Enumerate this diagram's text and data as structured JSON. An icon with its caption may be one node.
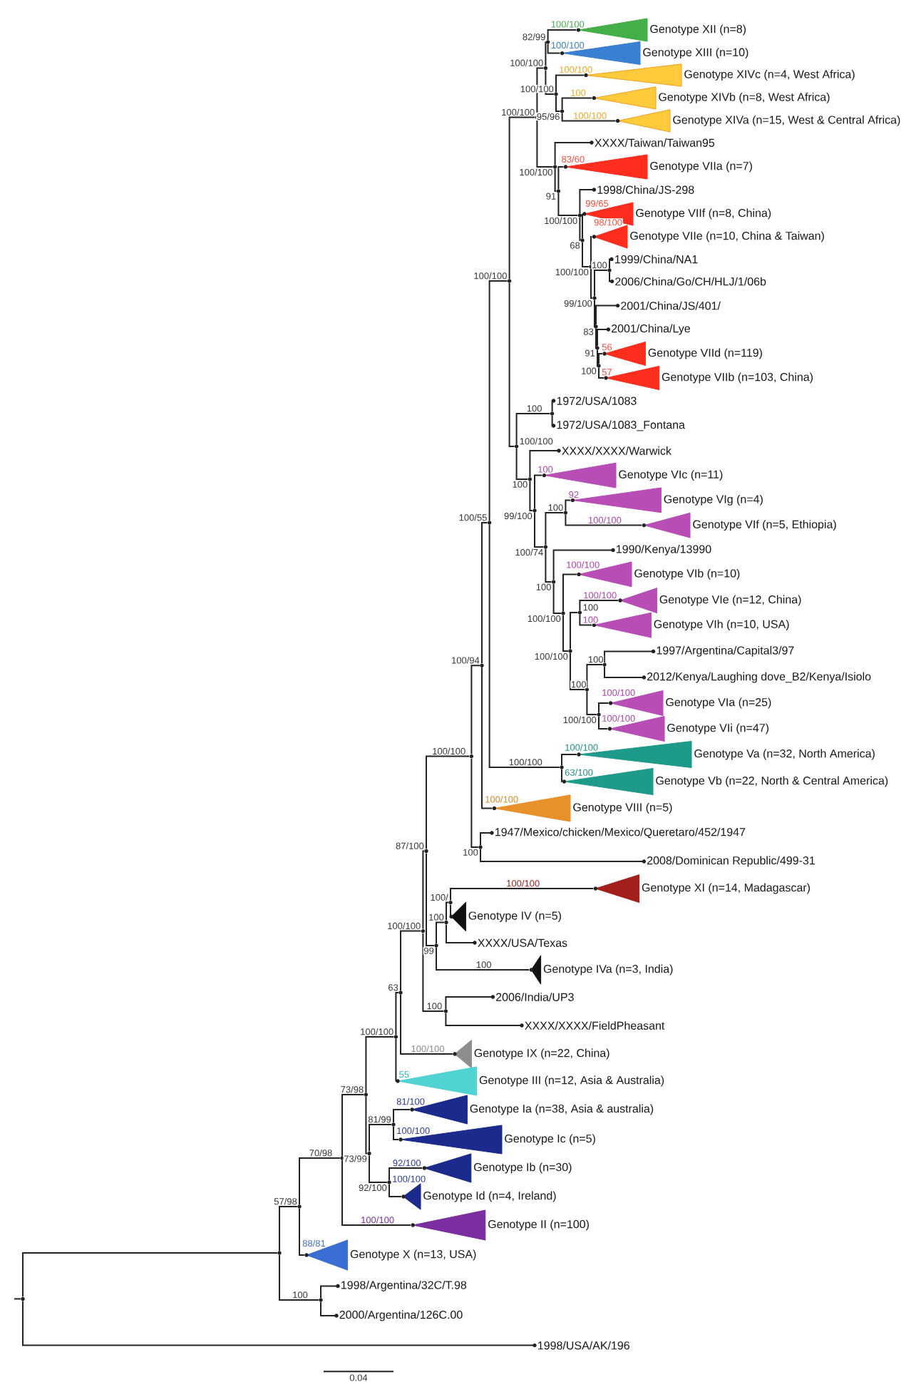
{
  "diagram": {
    "nodes": [
      {
        "text": [],
        "shape": "circle"
      },
      {
        "text": [],
        "shape": "circle"
      },
      {
        "text": [],
        "shape": "circle"
      },
      {
        "text": [],
        "shape": "circle"
      },
      {
        "text": [],
        "shape": "circle"
      },
      {
        "text": [],
        "shape": "circle"
      },
      {
        "text": [],
        "shape": "circle"
      },
      {
        "text": [],
        "shape": "circle"
      },
      {
        "text": [],
        "shape": "circle"
      },
      {
        "text": [],
        "shape": "circle"
      },
      {
        "text": [],
        "shape": "circle"
      },
      {
        "text": [],
        "shape": "circle"
      },
      {
        "text": [],
        "shape": "circle"
      },
      {
        "text": [],
        "shape": "circle"
      },
      {
        "text": [],
        "shape": "circle"
      },
      {
        "text": [],
        "shape": "circle"
      },
      {
        "text": [],
        "shape": "triangle",
        "beside": [
          "Genotype XII (n=8)"
        ]
      },
      {
        "text": [],
        "shape": "triangle",
        "beside": [
          "Genotype XIII (n=10)"
        ]
      },
      {
        "text": [],
        "shape": "circle"
      },
      {
        "text": [],
        "shape": "triangle",
        "beside": [
          "Genotype XIVc (n=4, West Africa)"
        ]
      },
      {
        "text": [],
        "shape": "circle"
      },
      {
        "text": [],
        "shape": "triangle",
        "beside": [
          "Genotype XIVb (n=8, West Africa)"
        ]
      },
      {
        "text": [],
        "shape": "triangle",
        "beside": [
          "Genotype XIVa (n=15, West & Central Africa)"
        ]
      },
      {
        "text": [],
        "shape": "circle"
      },
      {
        "text": [
          "XXXX/Taiwan/Taiwan95"
        ]
      },
      {
        "text": [],
        "shape": "circle"
      },
      {
        "text": [],
        "shape": "triangle",
        "beside": [
          "Genotype VIIa (n=7)"
        ]
      },
      {
        "text": [],
        "shape": "circle"
      },
      {
        "text": [
          "1998/China/JS-298"
        ]
      },
      {
        "text": [],
        "shape": "circle"
      },
      {
        "text": [],
        "shape": "triangle",
        "beside": [
          "Genotype VIIf (n=8, China)"
        ]
      },
      {
        "text": [],
        "shape": "circle"
      },
      {
        "text": [],
        "shape": "triangle",
        "beside": [
          "Genotype VIIe (n=10, China & Taiwan)"
        ]
      },
      {
        "text": [],
        "shape": "circle"
      },
      {
        "text": [],
        "shape": "circle"
      },
      {
        "text": [
          "1999/China/NA1"
        ]
      },
      {
        "text": [
          "2006/China/Go/CH/HLJ/1/06b"
        ]
      },
      {
        "text": [],
        "shape": "circle"
      },
      {
        "text": [
          "2001/China/JS/401/"
        ]
      },
      {
        "text": [],
        "shape": "circle"
      },
      {
        "text": [
          "2001/China/Lye"
        ]
      },
      {
        "text": [],
        "shape": "circle"
      },
      {
        "text": [],
        "shape": "triangle",
        "beside": [
          "Genotype VIId (n=119)"
        ]
      },
      {
        "text": [],
        "shape": "triangle",
        "beside": [
          "Genotype VIIb (n=103, China)"
        ]
      },
      {
        "text": [],
        "shape": "circle"
      },
      {
        "text": [],
        "shape": "circle"
      },
      {
        "text": [
          "1972/USA/1083"
        ]
      },
      {
        "text": [
          "1972/USA/1083_Fontana"
        ]
      },
      {
        "text": [],
        "shape": "circle"
      },
      {
        "text": [
          "XXXX/XXXX/Warwick"
        ]
      },
      {
        "text": [],
        "shape": "circle"
      },
      {
        "text": [],
        "shape": "triangle",
        "beside": [
          "Genotype VIc (n=11)"
        ]
      },
      {
        "text": [],
        "shape": "circle"
      },
      {
        "text": [],
        "shape": "circle"
      },
      {
        "text": [],
        "shape": "triangle",
        "beside": [
          "Genotype VIg (n=4)"
        ]
      },
      {
        "text": [],
        "shape": "triangle",
        "beside": [
          "Genotype VIf (n=5, Ethiopia)"
        ]
      },
      {
        "text": [],
        "shape": "circle"
      },
      {
        "text": [
          "1990/Kenya/13990"
        ]
      },
      {
        "text": [],
        "shape": "circle"
      },
      {
        "text": [],
        "shape": "triangle",
        "beside": [
          "Genotype VIb (n=10)"
        ]
      },
      {
        "text": [],
        "shape": "circle"
      },
      {
        "text": [],
        "shape": "circle"
      },
      {
        "text": [],
        "shape": "triangle",
        "beside": [
          "Genotype VIe (n=12, China)"
        ]
      },
      {
        "text": [],
        "shape": "triangle",
        "beside": [
          "Genotype VIh (n=10, USA)"
        ]
      },
      {
        "text": [],
        "shape": "circle"
      },
      {
        "text": [],
        "shape": "circle"
      },
      {
        "text": [
          "1997/Argentina/Capital3/97"
        ]
      },
      {
        "text": [
          "2012/Kenya/Laughing dove_B2/Kenya/Isiolo"
        ]
      },
      {
        "text": [],
        "shape": "circle"
      },
      {
        "text": [],
        "shape": "triangle",
        "beside": [
          "Genotype VIa (n=25)"
        ]
      },
      {
        "text": [],
        "shape": "triangle",
        "beside": [
          "Genotype VIi (n=47)"
        ]
      },
      {
        "text": [],
        "shape": "circle"
      },
      {
        "text": [],
        "shape": "triangle",
        "beside": [
          "Genotype Va (n=32, North America)"
        ]
      },
      {
        "text": [],
        "shape": "triangle",
        "beside": [
          "Genotype Vb (n=22, North & Central America)"
        ]
      },
      {
        "text": [],
        "shape": "triangle",
        "beside": [
          "Genotype VIII (n=5)"
        ]
      },
      {
        "text": [],
        "shape": "circle"
      },
      {
        "text": [
          "1947/Mexico/chicken/Mexico/Queretaro/452/1947"
        ]
      },
      {
        "text": [
          "2008/Dominican Republic/499-31"
        ]
      },
      {
        "text": [],
        "shape": "circle"
      },
      {
        "text": [],
        "shape": "circle"
      },
      {
        "text": [],
        "shape": "circle"
      },
      {
        "text": [],
        "shape": "triangle",
        "beside": [
          "Genotype XI (n=14, Madagascar)"
        ]
      },
      {
        "text": [],
        "shape": "triangle",
        "beside": [
          "Genotype IV (n=5)"
        ]
      },
      {
        "text": [
          "XXXX/USA/Texas"
        ]
      },
      {
        "text": [],
        "shape": "triangle",
        "beside": [
          "Genotype IVa (n=3, India)"
        ]
      },
      {
        "text": [],
        "shape": "circle"
      },
      {
        "text": [
          "2006/India/UP3"
        ]
      },
      {
        "text": [
          "XXXX/XXXX/FieldPheasant"
        ]
      },
      {
        "text": [],
        "shape": "triangle",
        "beside": [
          "Genotype IX (n=22, China)"
        ]
      },
      {
        "text": [],
        "shape": "triangle",
        "beside": [
          "Genotype III (n=12, Asia & Australia)"
        ]
      },
      {
        "text": [],
        "shape": "circle"
      },
      {
        "text": [],
        "shape": "circle"
      },
      {
        "text": [],
        "shape": "triangle",
        "beside": [
          "Genotype Ia (n=38, Asia & australia)"
        ]
      },
      {
        "text": [],
        "shape": "triangle",
        "beside": [
          "Genotype Ic (n=5)"
        ]
      },
      {
        "text": [],
        "shape": "circle"
      },
      {
        "text": [],
        "shape": "triangle",
        "beside": [
          "Genotype Ib (n=30)"
        ]
      },
      {
        "text": [],
        "shape": "triangle",
        "beside": [
          "Genotype Id (n=4, Ireland)"
        ]
      },
      {
        "text": [],
        "shape": "triangle",
        "beside": [
          "Genotype II (n=100)"
        ]
      },
      {
        "text": [],
        "shape": "triangle",
        "beside": [
          "Genotype X (n=13, USA)"
        ]
      },
      {
        "text": [],
        "shape": "circle"
      },
      {
        "text": [
          "1998/Argentina/32C/T.98"
        ]
      },
      {
        "text": [
          "2000/Argentina/126C.00"
        ]
      },
      {
        "text": [
          "1998/USA/AK/196"
        ]
      }
    ],
    "edges": [
      {
        "from": null,
        "to": 0,
        "arrow": "none"
      },
      {
        "from": 0,
        "to": 1,
        "arrow": "none"
      },
      {
        "from": 1,
        "to": 2,
        "arrow": "none",
        "label": "57/98"
      },
      {
        "from": 2,
        "to": 3,
        "arrow": "none",
        "label": "70/98"
      },
      {
        "from": 3,
        "to": 4,
        "arrow": "none",
        "label": "73/98"
      },
      {
        "from": 4,
        "to": 5,
        "arrow": "none",
        "label": "100/100"
      },
      {
        "from": 5,
        "to": 6,
        "arrow": "none",
        "label": "63"
      },
      {
        "from": 6,
        "to": 7,
        "arrow": "none",
        "label": "100/100"
      },
      {
        "from": 7,
        "to": 8,
        "arrow": "none",
        "label": "87/100"
      },
      {
        "from": 8,
        "to": 9,
        "arrow": "none",
        "label": "100/100"
      },
      {
        "from": 9,
        "to": 10,
        "arrow": "none",
        "label": "100/94"
      },
      {
        "from": 10,
        "to": 11,
        "arrow": "none",
        "label": "100/55"
      },
      {
        "from": 11,
        "to": 12,
        "arrow": "none",
        "label": "100/100"
      },
      {
        "from": 12,
        "to": 13,
        "arrow": "none",
        "label": "100/100"
      },
      {
        "from": 13,
        "to": 14,
        "arrow": "none",
        "label": "100/100"
      },
      {
        "from": 14,
        "to": 15,
        "arrow": "none",
        "label": "82/99"
      },
      {
        "from": 15,
        "to": 16,
        "arrow": "none",
        "label": "100/100"
      },
      {
        "from": 15,
        "to": 17,
        "arrow": "none",
        "label": "100/100"
      },
      {
        "from": 14,
        "to": 18,
        "arrow": "none",
        "label": "100/100"
      },
      {
        "from": 18,
        "to": 19,
        "arrow": "none",
        "label": "100/100"
      },
      {
        "from": 18,
        "to": 20,
        "arrow": "none",
        "label": "95/96"
      },
      {
        "from": 20,
        "to": 21,
        "arrow": "none",
        "label": "100"
      },
      {
        "from": 20,
        "to": 22,
        "arrow": "none",
        "label": "100/100"
      },
      {
        "from": 13,
        "to": 23,
        "arrow": "none",
        "label": "100/100"
      },
      {
        "from": 23,
        "to": 24,
        "arrow": "none"
      },
      {
        "from": 23,
        "to": 25,
        "arrow": "none",
        "label": "91"
      },
      {
        "from": 25,
        "to": 26,
        "arrow": "none",
        "label": "83/60"
      },
      {
        "from": 25,
        "to": 27,
        "arrow": "none",
        "label": "100/100"
      },
      {
        "from": 27,
        "to": 28,
        "arrow": "none"
      },
      {
        "from": 27,
        "to": 29,
        "arrow": "none",
        "label": "68"
      },
      {
        "from": 29,
        "to": 30,
        "arrow": "none",
        "label": "99/65"
      },
      {
        "from": 29,
        "to": 31,
        "arrow": "none",
        "label": "100/100"
      },
      {
        "from": 31,
        "to": 32,
        "arrow": "none",
        "label": "98/100"
      },
      {
        "from": 31,
        "to": 33,
        "arrow": "none",
        "label": "99/100"
      },
      {
        "from": 33,
        "to": 34,
        "arrow": "none",
        "label": "100"
      },
      {
        "from": 34,
        "to": 35,
        "arrow": "none"
      },
      {
        "from": 34,
        "to": 36,
        "arrow": "none"
      },
      {
        "from": 33,
        "to": 37,
        "arrow": "none",
        "label": "83"
      },
      {
        "from": 37,
        "to": 38,
        "arrow": "none"
      },
      {
        "from": 37,
        "to": 39,
        "arrow": "none",
        "label": "91"
      },
      {
        "from": 39,
        "to": 40,
        "arrow": "none"
      },
      {
        "from": 39,
        "to": 41,
        "arrow": "none",
        "label": "100"
      },
      {
        "from": 41,
        "to": 42,
        "arrow": "none",
        "label": "56"
      },
      {
        "from": 41,
        "to": 43,
        "arrow": "none",
        "label": "57"
      },
      {
        "from": 12,
        "to": 44,
        "arrow": "none",
        "label": "100/100"
      },
      {
        "from": 44,
        "to": 45,
        "arrow": "none",
        "label": "100"
      },
      {
        "from": 45,
        "to": 46,
        "arrow": "none"
      },
      {
        "from": 45,
        "to": 47,
        "arrow": "none"
      },
      {
        "from": 44,
        "to": 48,
        "arrow": "none",
        "label": "100"
      },
      {
        "from": 48,
        "to": 49,
        "arrow": "none"
      },
      {
        "from": 48,
        "to": 50,
        "arrow": "none",
        "label": "99/100"
      },
      {
        "from": 50,
        "to": 51,
        "arrow": "none",
        "label": "100"
      },
      {
        "from": 50,
        "to": 52,
        "arrow": "none",
        "label": "100/74"
      },
      {
        "from": 52,
        "to": 53,
        "arrow": "none",
        "label": "100"
      },
      {
        "from": 53,
        "to": 54,
        "arrow": "none",
        "label": "92"
      },
      {
        "from": 53,
        "to": 55,
        "arrow": "none",
        "label": "100/100"
      },
      {
        "from": 52,
        "to": 56,
        "arrow": "none",
        "label": "100"
      },
      {
        "from": 56,
        "to": 57,
        "arrow": "none"
      },
      {
        "from": 56,
        "to": 58,
        "arrow": "none",
        "label": "100/100"
      },
      {
        "from": 58,
        "to": 59,
        "arrow": "none",
        "label": "100/100"
      },
      {
        "from": 58,
        "to": 60,
        "arrow": "none",
        "label": "100/100"
      },
      {
        "from": 60,
        "to": 61,
        "arrow": "none",
        "label": "100"
      },
      {
        "from": 61,
        "to": 62,
        "arrow": "none",
        "label": "100/100"
      },
      {
        "from": 61,
        "to": 63,
        "arrow": "none",
        "label": "100"
      },
      {
        "from": 60,
        "to": 64,
        "arrow": "none",
        "label": "100"
      },
      {
        "from": 64,
        "to": 65,
        "arrow": "none",
        "label": "100"
      },
      {
        "from": 65,
        "to": 66,
        "arrow": "none"
      },
      {
        "from": 65,
        "to": 67,
        "arrow": "none"
      },
      {
        "from": 64,
        "to": 68,
        "arrow": "none",
        "label": "100/100"
      },
      {
        "from": 68,
        "to": 69,
        "arrow": "none",
        "label": "100/100"
      },
      {
        "from": 68,
        "to": 70,
        "arrow": "none",
        "label": "100/100"
      },
      {
        "from": 11,
        "to": 71,
        "arrow": "none",
        "label": "100/100"
      },
      {
        "from": 71,
        "to": 72,
        "arrow": "none",
        "label": "100/100"
      },
      {
        "from": 71,
        "to": 73,
        "arrow": "none",
        "label": "63/100"
      },
      {
        "from": 10,
        "to": 74,
        "arrow": "none",
        "label": "100/100"
      },
      {
        "from": 9,
        "to": 75,
        "arrow": "none",
        "label": "100"
      },
      {
        "from": 75,
        "to": 76,
        "arrow": "none"
      },
      {
        "from": 75,
        "to": 77,
        "arrow": "none"
      },
      {
        "from": 8,
        "to": 78,
        "arrow": "none",
        "label": "99"
      },
      {
        "from": 78,
        "to": 79,
        "arrow": "none",
        "label": "100"
      },
      {
        "from": 79,
        "to": 80,
        "arrow": "none",
        "label": "100/"
      },
      {
        "from": 80,
        "to": 81,
        "arrow": "none",
        "label": "100/100"
      },
      {
        "from": 80,
        "to": 82,
        "arrow": "none"
      },
      {
        "from": 79,
        "to": 83,
        "arrow": "none"
      },
      {
        "from": 78,
        "to": 84,
        "arrow": "none",
        "label": "100"
      },
      {
        "from": 7,
        "to": 85,
        "arrow": "none",
        "label": "100"
      },
      {
        "from": 85,
        "to": 86,
        "arrow": "none"
      },
      {
        "from": 85,
        "to": 87,
        "arrow": "none"
      },
      {
        "from": 6,
        "to": 88,
        "arrow": "none",
        "label": "100/100"
      },
      {
        "from": 5,
        "to": 89,
        "arrow": "none",
        "label": "55"
      },
      {
        "from": 4,
        "to": 90,
        "arrow": "none",
        "label": "73/99"
      },
      {
        "from": 90,
        "to": 91,
        "arrow": "none",
        "label": "81/99"
      },
      {
        "from": 91,
        "to": 92,
        "arrow": "none",
        "label": "81/100"
      },
      {
        "from": 91,
        "to": 93,
        "arrow": "none",
        "label": "100/100"
      },
      {
        "from": 90,
        "to": 94,
        "arrow": "none",
        "label": "92/100"
      },
      {
        "from": 94,
        "to": 95,
        "arrow": "none",
        "label": "92/100"
      },
      {
        "from": 94,
        "to": 96,
        "arrow": "none",
        "label": "100/100"
      },
      {
        "from": 3,
        "to": 97,
        "arrow": "none",
        "label": "100/100"
      },
      {
        "from": 2,
        "to": 98,
        "arrow": "none",
        "label": "88/81"
      },
      {
        "from": 1,
        "to": 99,
        "arrow": "none",
        "label": "100"
      },
      {
        "from": 99,
        "to": 100,
        "arrow": "none"
      },
      {
        "from": 99,
        "to": 101,
        "arrow": "none"
      },
      {
        "from": 0,
        "to": 102,
        "arrow": "none"
      }
    ],
    "labels": [
      "0.04"
    ]
  }
}
